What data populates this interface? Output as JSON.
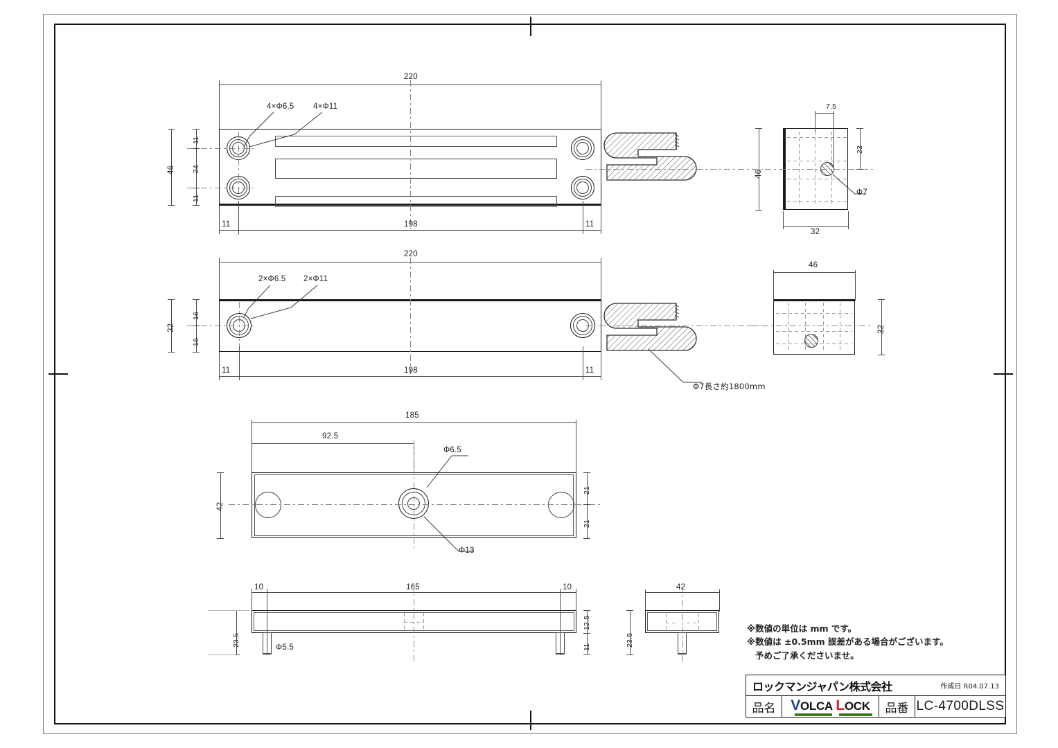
{
  "sheet": {
    "title": "LC-4700DLSS technical drawing",
    "background": "#ffffff",
    "line_color": "#3c3c3c"
  },
  "notes": {
    "line1": "※数値の単位は mm です。",
    "line2": "※数値は ±0.5mm 誤差がある場合がございます。",
    "line3": "予めご了承くださいませ。"
  },
  "title_block": {
    "company": "ロックマンジャパン株式会社",
    "date_label": "作成日",
    "date_value": "R04.07.13",
    "name_label": "品名",
    "logo_v": "V",
    "logo_olca": "OLCA",
    "logo_l": "L",
    "logo_ock": "OCK",
    "number_label": "品番",
    "part_number": "LC-4700DLSS"
  },
  "views": {
    "view1_front_46": {
      "name": "magnet body front view (46 high)",
      "dims": {
        "length_total": "220",
        "length_holes": "198",
        "edge_left": "11",
        "edge_right": "11",
        "height_total": "46",
        "top_edge": "11",
        "hole_pitch": "24",
        "bottom_edge": "11",
        "callout_counterbore": "4×Φ6.5",
        "callout_throughhole": "4×Φ11"
      }
    },
    "view2_side_46": {
      "name": "magnet body end view (46 × 32)",
      "dims": {
        "offset_cable": "7.5",
        "cable_to_top": "23",
        "height": "46",
        "width": "32",
        "cable_dia": "Φ7"
      }
    },
    "view3_front_32": {
      "name": "armature front view (32 high)",
      "dims": {
        "length_total": "220",
        "length_holes": "198",
        "edge_left": "11",
        "edge_right": "11",
        "height_total": "32",
        "top_edge": "16",
        "bottom_edge": "16",
        "callout_counterbore": "2×Φ6.5",
        "callout_throughhole": "2×Φ11",
        "cable_note": "Φ7長さ約1800mm"
      }
    },
    "view4_side_32": {
      "name": "armature end view (46 × 32)",
      "dims": {
        "width": "46",
        "height": "32"
      }
    },
    "view5_plate_top": {
      "name": "strike plate top view",
      "dims": {
        "length_total": "185",
        "length_center": "92.5",
        "width": "42",
        "half_upper": "21",
        "half_lower": "21",
        "hole_small": "Φ6.5",
        "hole_large": "Φ13"
      }
    },
    "view6_plate_front": {
      "name": "strike plate front view",
      "dims": {
        "edge_left": "10",
        "pin_pitch": "165",
        "edge_right": "10",
        "total_height": "23.5",
        "plate_thickness": "12.5",
        "pin_length": "11",
        "pin_dia": "Φ5.5"
      }
    },
    "view7_plate_side": {
      "name": "strike plate side view",
      "dims": {
        "width": "42",
        "total_height": "23.5"
      }
    }
  }
}
